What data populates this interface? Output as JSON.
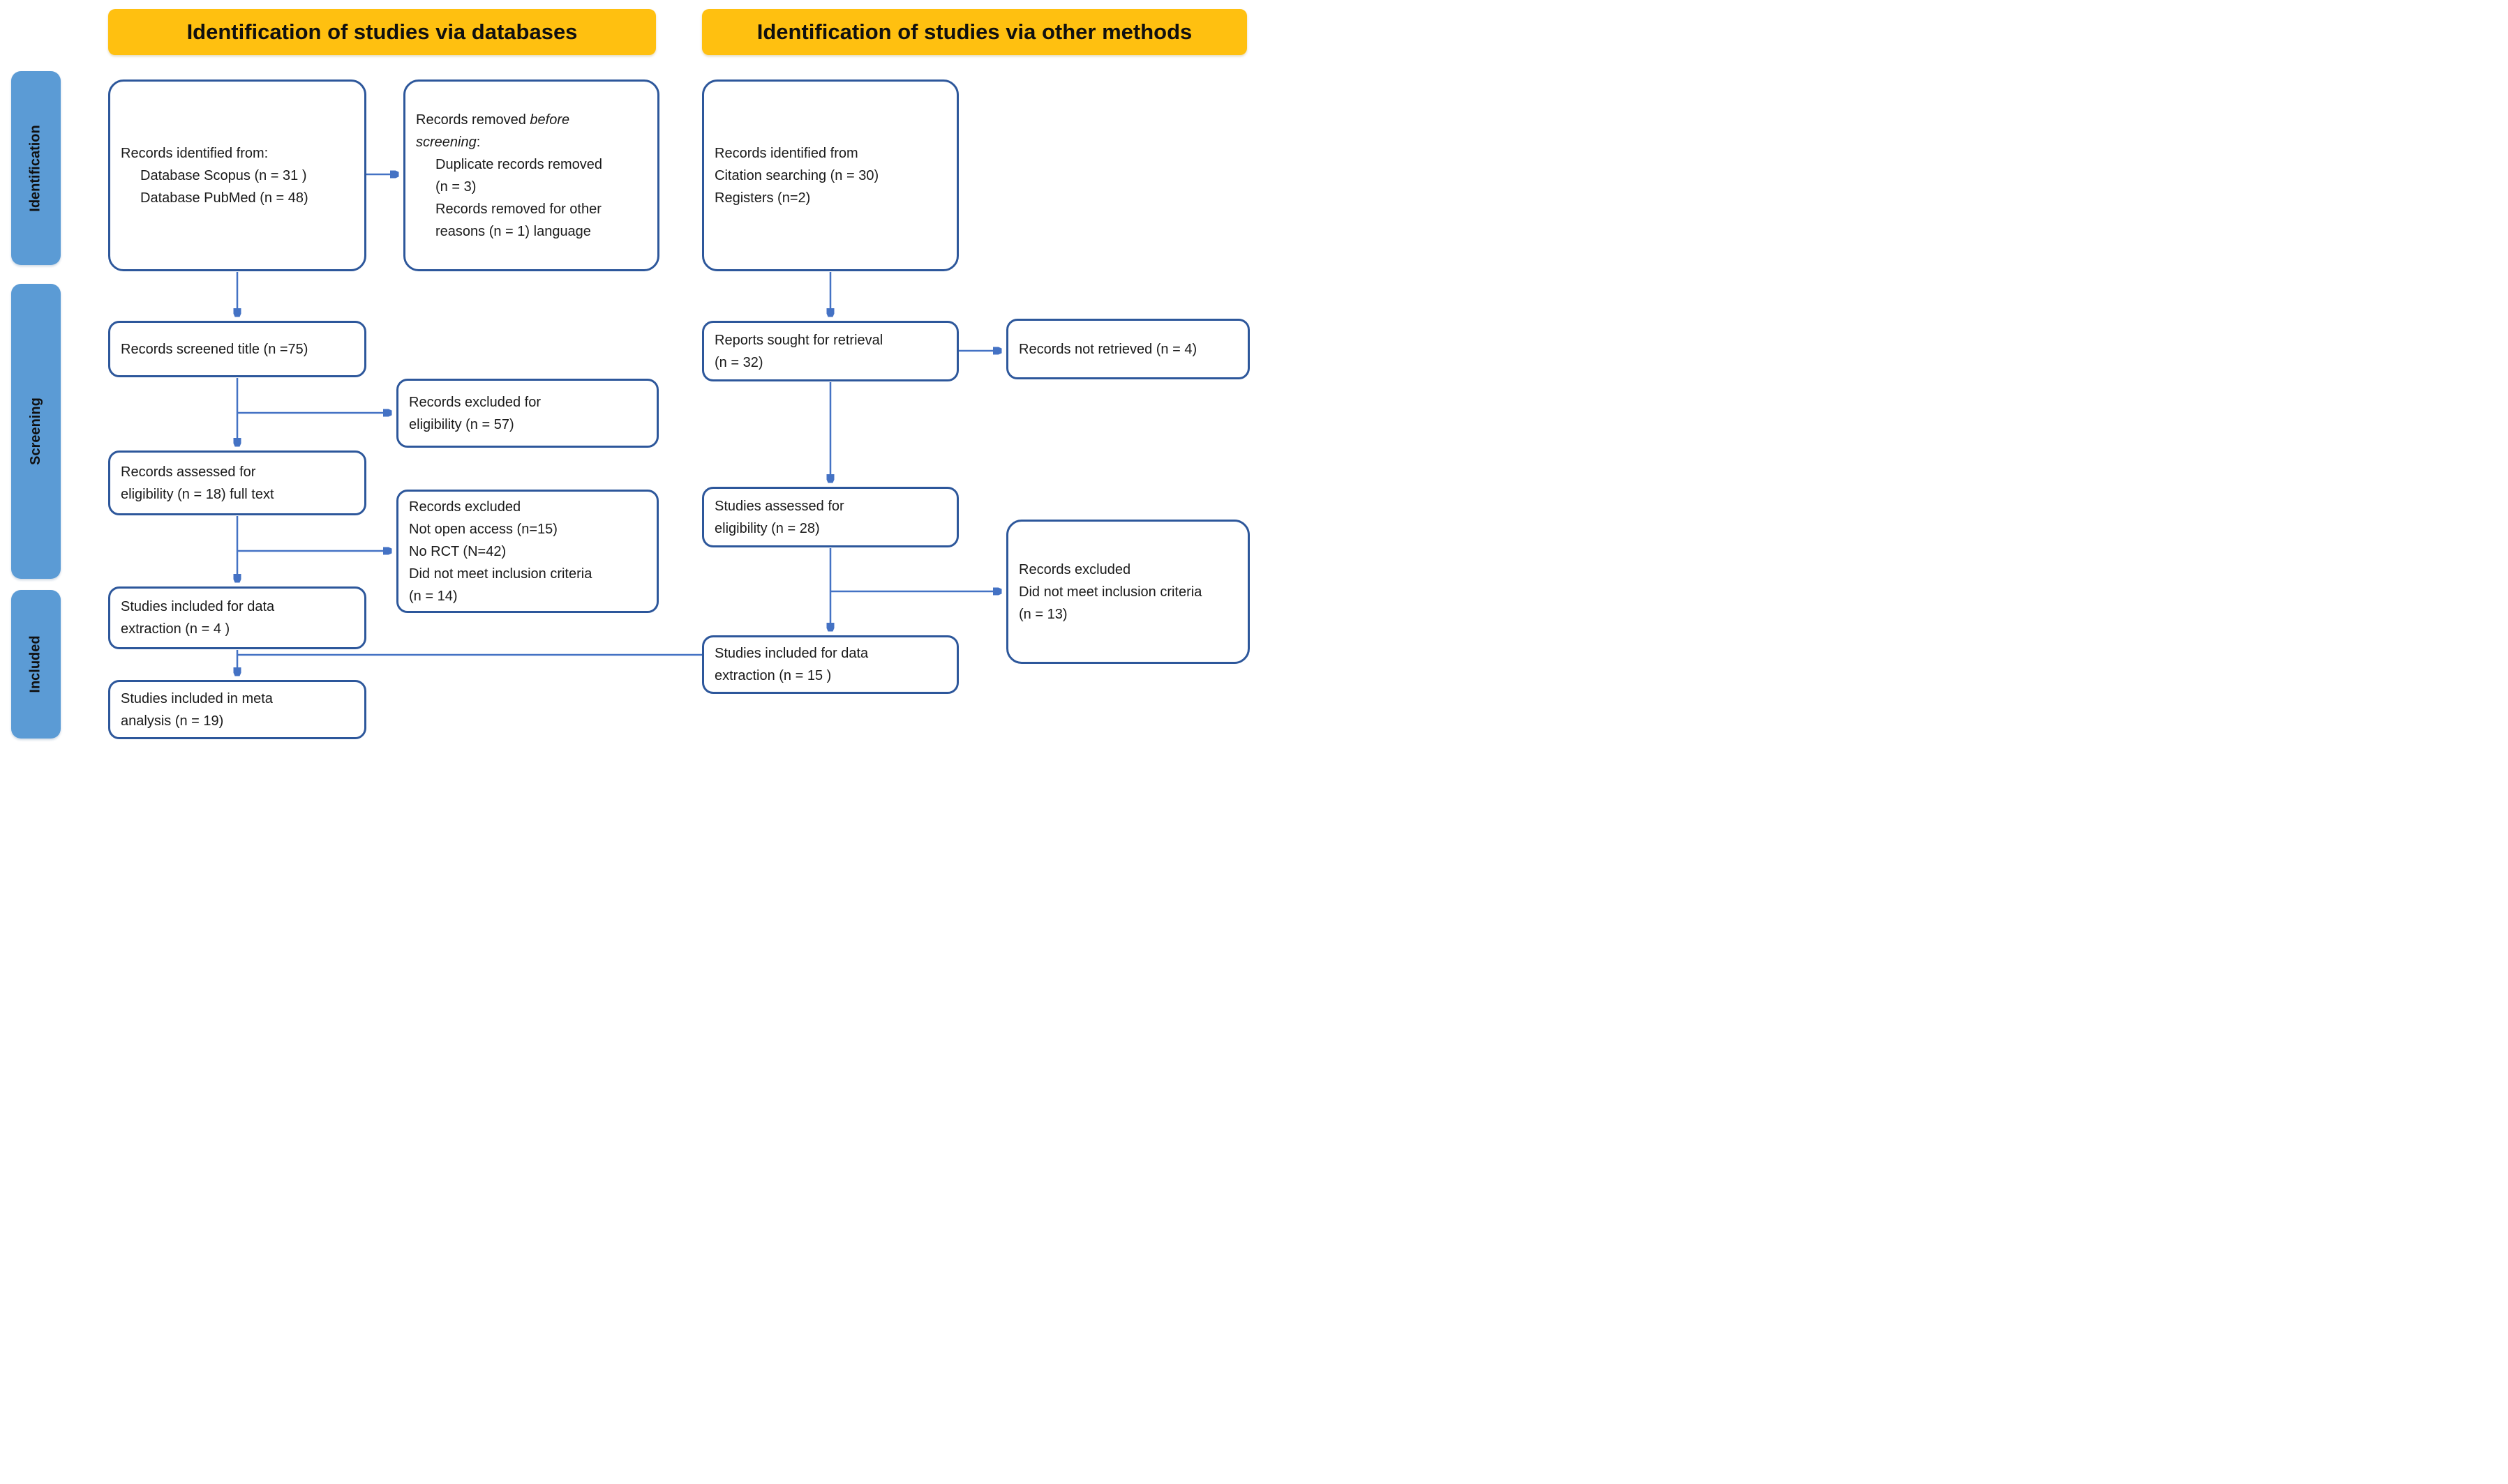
{
  "headers": {
    "databases": "Identification of studies via databases",
    "other_methods": "Identification of studies via other methods"
  },
  "sidebar": {
    "identification": "Identification",
    "screening": "Screening",
    "included": "Included"
  },
  "colors": {
    "banner_bg": "#ffc010",
    "stage_bg": "#5b9bd5",
    "box_border": "#2d579b",
    "arrow": "#4472c4"
  },
  "boxes": {
    "identified_db": {
      "lines": [
        "Records identified from:",
        "Database Scopus (n = 31 )",
        "Database PubMed (n = 48)"
      ]
    },
    "removed_before": {
      "seg_normal1": "Records removed ",
      "seg_italic1": "before",
      "seg_italic2": "screening",
      "seg_normal2": ":",
      "lines": [
        "Duplicate records removed",
        "(n = 3)",
        "Records removed for other",
        "reasons (n = 1) language"
      ]
    },
    "screened": {
      "lines": [
        "Records screened title (n =75)"
      ]
    },
    "excluded_eligibility": {
      "lines": [
        "Records excluded for",
        "eligibility (n = 57)"
      ]
    },
    "assessed_fulltext": {
      "lines": [
        "Records assessed for",
        "eligibility (n = 18) full text"
      ]
    },
    "excluded_reasons": {
      "lines": [
        "Records excluded",
        "Not open access (n=15)",
        "No RCT (N=42)",
        "Did not meet inclusion criteria",
        "(n = 14)"
      ]
    },
    "included_extraction_db": {
      "lines": [
        "Studies included for data",
        "extraction (n = 4 )"
      ]
    },
    "meta_analysis": {
      "lines": [
        "Studies included in meta",
        "analysis (n = 19)"
      ]
    },
    "identified_other": {
      "lines": [
        "Records identified from",
        "Citation searching (n = 30)",
        "Registers (n=2)"
      ]
    },
    "reports_sought": {
      "lines": [
        "Reports sought for retrieval",
        "(n = 32)"
      ]
    },
    "not_retrieved": {
      "lines": [
        "Records not retrieved (n = 4)"
      ]
    },
    "assessed_other": {
      "lines": [
        "Studies assessed for",
        "eligibility (n = 28)"
      ]
    },
    "excluded_other": {
      "lines": [
        "Records excluded",
        "Did not meet inclusion criteria",
        "(n = 13)"
      ]
    },
    "included_extraction_other": {
      "lines": [
        "Studies included for data",
        "extraction (n = 15 )"
      ]
    }
  }
}
